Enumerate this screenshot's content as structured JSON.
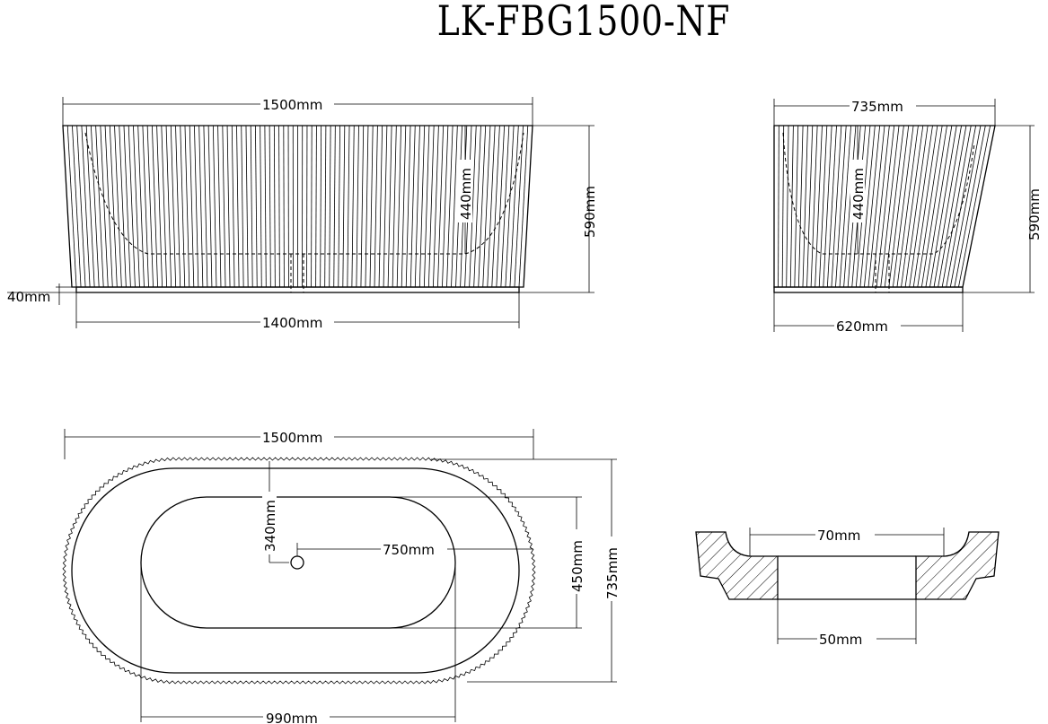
{
  "title": "LK-FBG1500-NF",
  "front_view": {
    "width_top": "1500mm",
    "width_bottom": "1400mm",
    "height": "590mm",
    "depth": "440mm",
    "base": "40mm"
  },
  "side_view": {
    "width_top": "735mm",
    "width_bottom": "620mm",
    "height": "590mm",
    "depth": "440mm"
  },
  "top_view": {
    "length": "1500mm",
    "drain_offset_y": "340mm",
    "drain_offset_x": "750mm",
    "inner_width": "450mm",
    "width": "735mm",
    "inner_length": "990mm"
  },
  "drain_section": {
    "top_diameter": "70mm",
    "bottom_diameter": "50mm"
  }
}
